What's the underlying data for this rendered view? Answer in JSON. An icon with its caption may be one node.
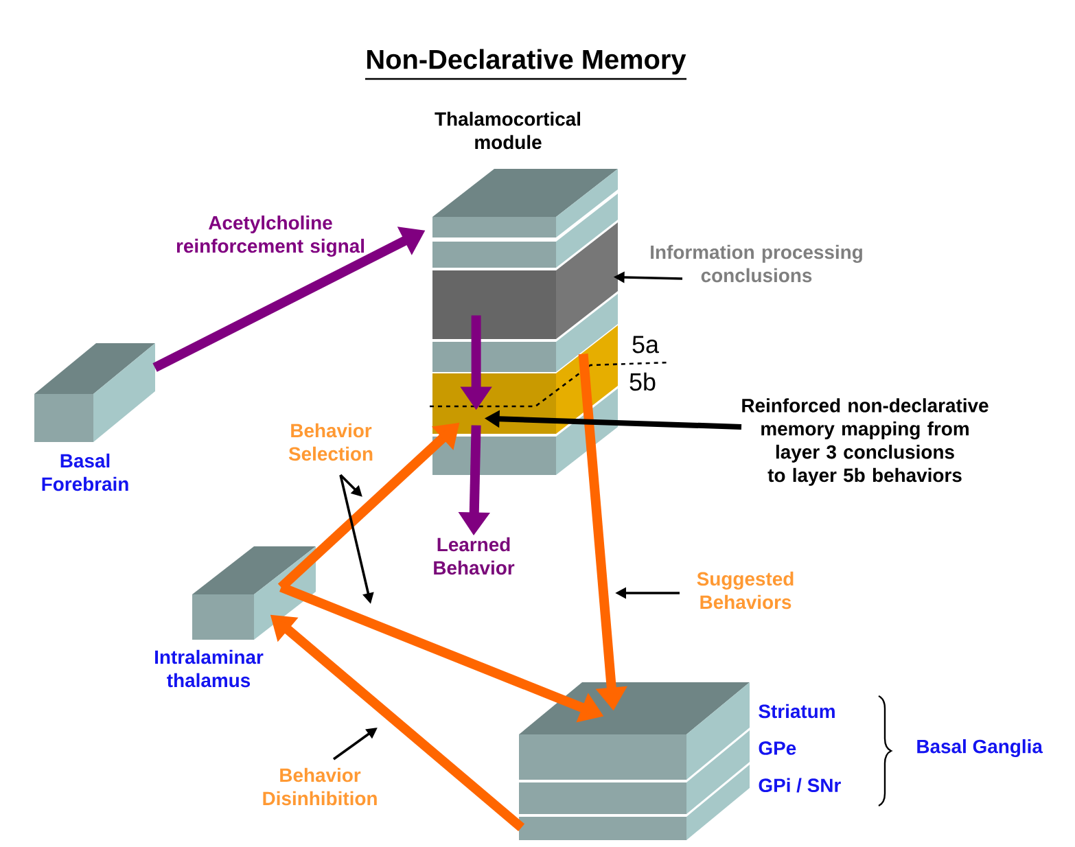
{
  "diagram": {
    "title": "Non-Declarative Memory",
    "nodes": [
      {
        "text": [
          "Thalamocortical module"
        ]
      },
      {
        "text": [],
        "shape": "box",
        "in": 0
      },
      {
        "text": [],
        "shape": "box",
        "in": 0
      },
      {
        "text": [
          "Basal Forebrain"
        ]
      },
      {
        "text": [
          "Intralaminar thalamus"
        ]
      },
      {
        "text": [
          "Striatum",
          "GPe",
          "GPi / SNr"
        ],
        "beside": [
          "Basal Ganglia"
        ]
      },
      {
        "text": [
          "Learned Behavior"
        ]
      },
      {
        "text": [
          "Information processing conclusions"
        ]
      },
      {
        "text": [
          "Reinforced non-declarative memory mapping from layer 3 conclusions to layer 5b behaviors"
        ]
      },
      {
        "text": [
          "Behavior Selection"
        ]
      },
      {
        "text": [
          "Suggested Behaviors"
        ]
      },
      {
        "text": [
          "Behavior Disinhibition"
        ]
      }
    ],
    "edges": [
      {
        "from": 3,
        "to": 0,
        "arrow": "to",
        "label": "Acetylcholine reinforcement signal",
        "color": "#800080"
      },
      {
        "from": 1,
        "to": 2,
        "arrow": "to",
        "color": "#800080"
      },
      {
        "from": 2,
        "to": 6,
        "arrow": "to",
        "color": "#800080"
      },
      {
        "from": 4,
        "to": 2,
        "arrow": "to",
        "color": "#ff6600"
      },
      {
        "from": 4,
        "to": 5,
        "arrow": "to",
        "color": "#ff6600"
      },
      {
        "from": 2,
        "to": 5,
        "arrow": "to",
        "color": "#ff6600"
      },
      {
        "from": 5,
        "to": 4,
        "arrow": "to",
        "color": "#ff6600"
      },
      {
        "from": 7,
        "to": 1,
        "arrow": "to"
      },
      {
        "from": 8,
        "to": 2,
        "arrow": "to"
      },
      {
        "from": 9,
        "to": null,
        "arrow": "to"
      },
      {
        "from": 9,
        "to": null,
        "arrow": "to"
      },
      {
        "from": 10,
        "to": null,
        "arrow": "to"
      },
      {
        "from": 11,
        "to": null,
        "arrow": "to"
      }
    ],
    "labels": [
      "5a",
      "5b"
    ]
  }
}
